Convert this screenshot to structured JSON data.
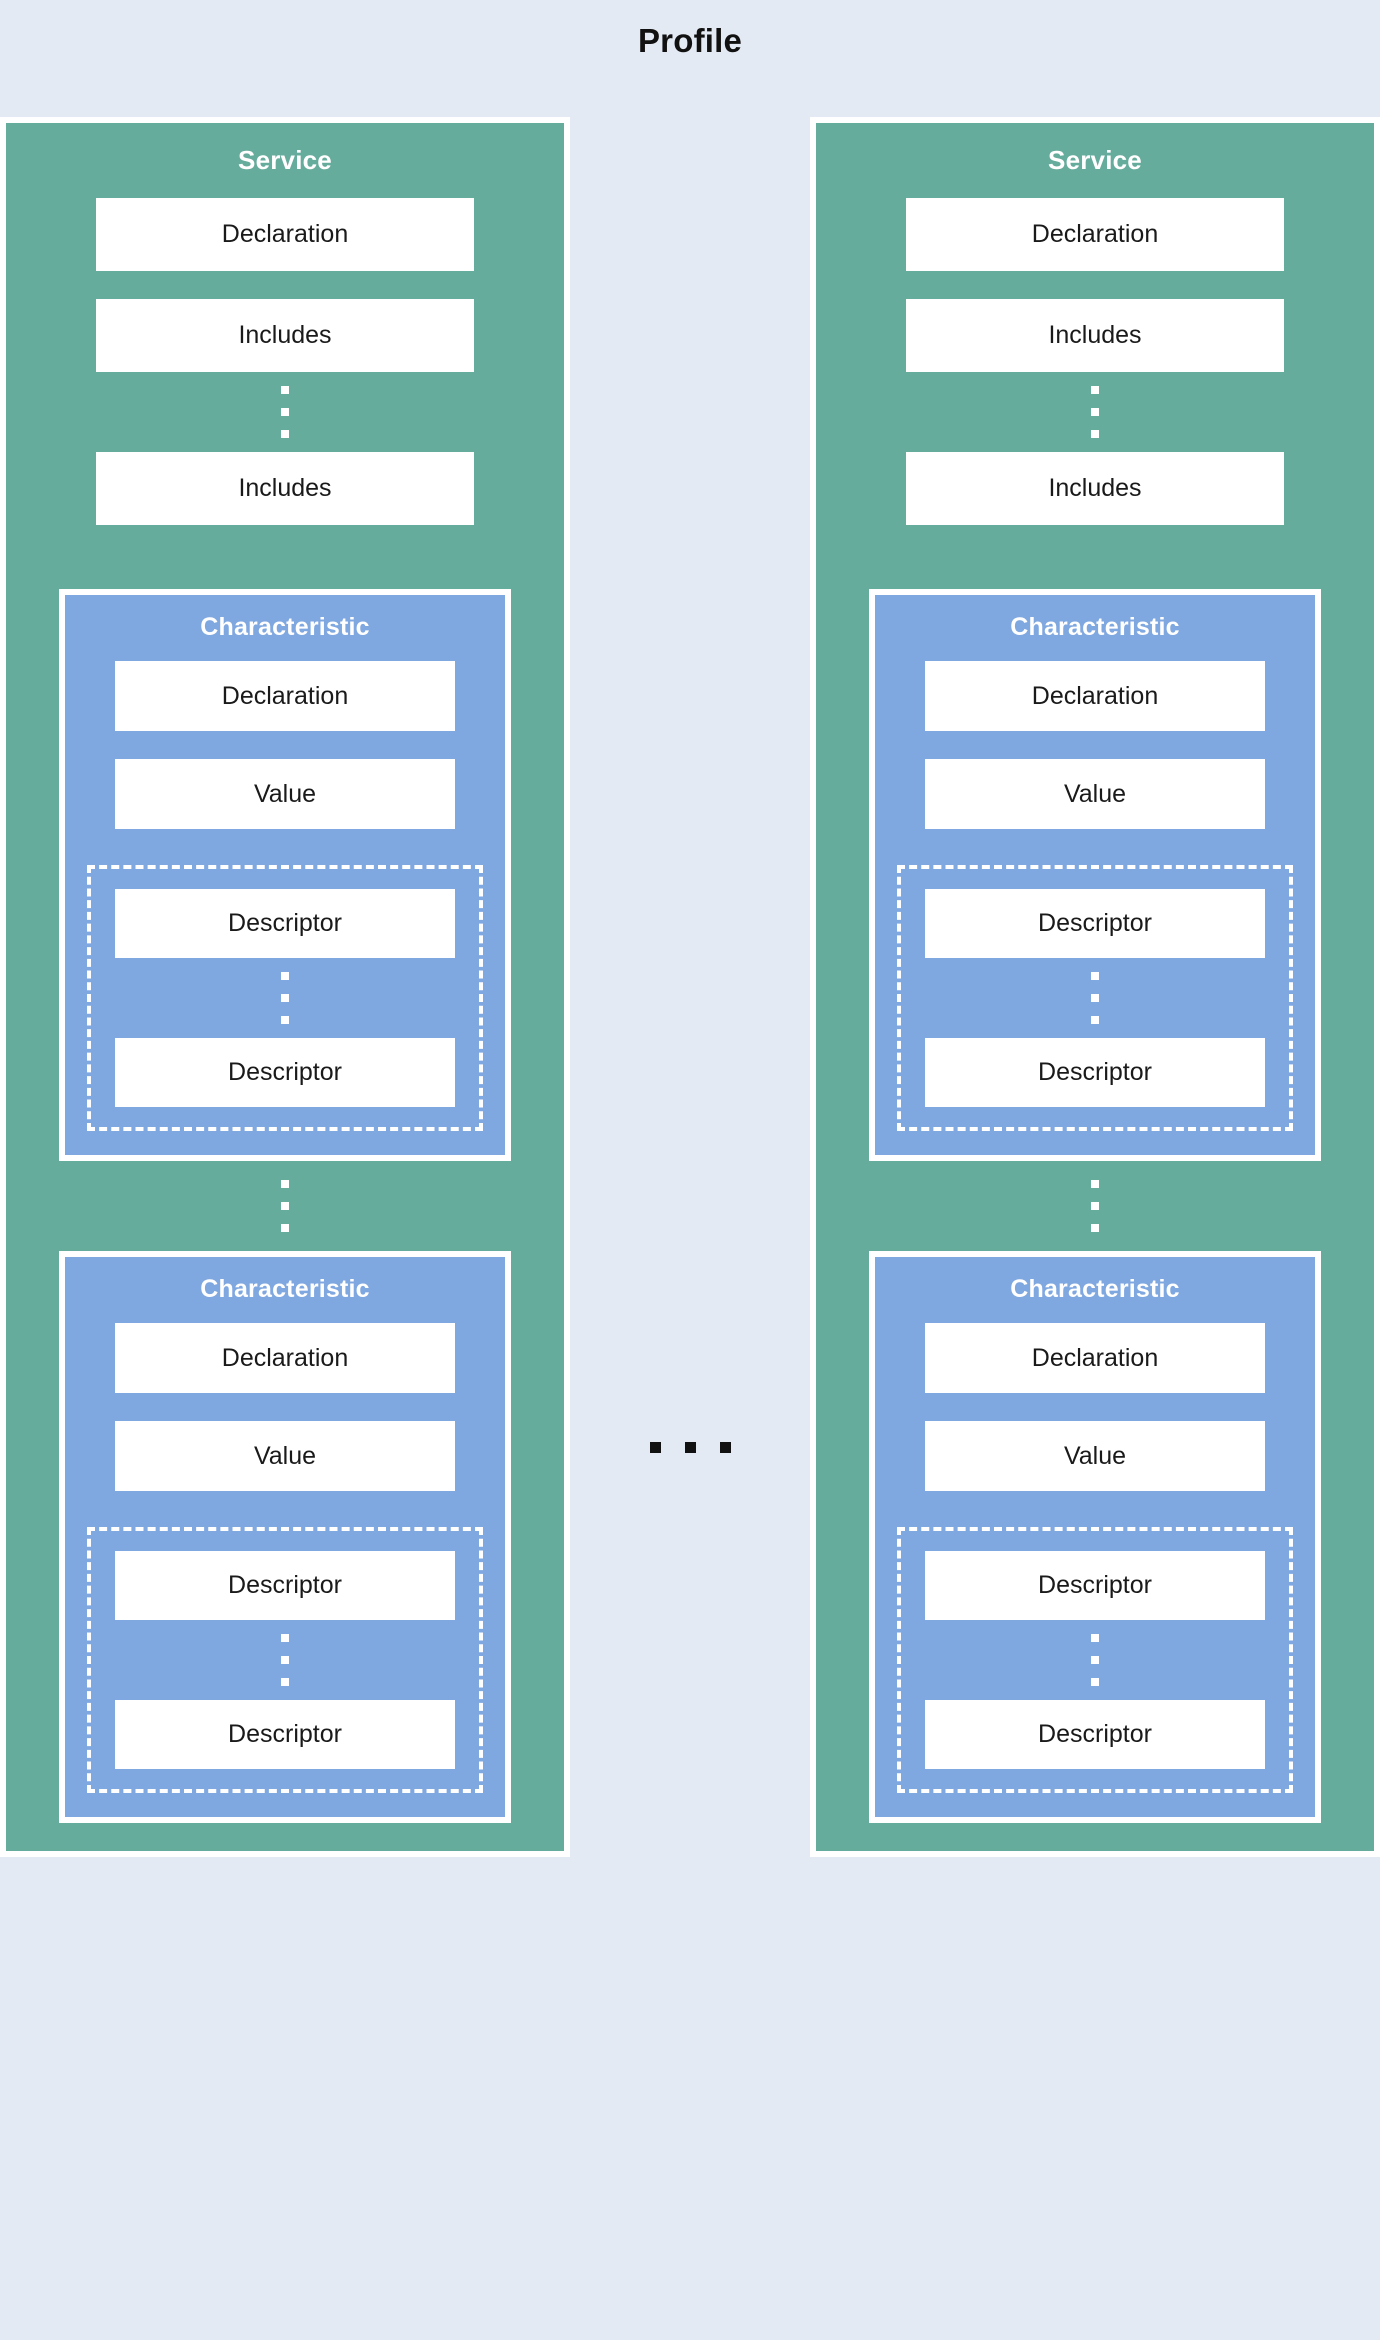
{
  "title": "Profile",
  "colors": {
    "background": "#e4eaf4",
    "service": "#66ac9d",
    "characteristic": "#7fa7e0",
    "leaf": "#ffffff",
    "border": "#ffffff",
    "text_dark": "#1a1a1a",
    "text_light": "#ffffff"
  },
  "ellipsis": {
    "vertical_glyph": "vertical-ellipsis",
    "horizontal_glyph": "horizontal-ellipsis"
  },
  "services": [
    {
      "title": "Service",
      "declaration_label": "Declaration",
      "includes_first_label": "Includes",
      "includes_last_label": "Includes",
      "characteristics": [
        {
          "title": "Characteristic",
          "declaration_label": "Declaration",
          "value_label": "Value",
          "descriptor_first_label": "Descriptor",
          "descriptor_last_label": "Descriptor"
        },
        {
          "title": "Characteristic",
          "declaration_label": "Declaration",
          "value_label": "Value",
          "descriptor_first_label": "Descriptor",
          "descriptor_last_label": "Descriptor"
        }
      ]
    },
    {
      "title": "Service",
      "declaration_label": "Declaration",
      "includes_first_label": "Includes",
      "includes_last_label": "Includes",
      "characteristics": [
        {
          "title": "Characteristic",
          "declaration_label": "Declaration",
          "value_label": "Value",
          "descriptor_first_label": "Descriptor",
          "descriptor_last_label": "Descriptor"
        },
        {
          "title": "Characteristic",
          "declaration_label": "Declaration",
          "value_label": "Value",
          "descriptor_first_label": "Descriptor",
          "descriptor_last_label": "Descriptor"
        }
      ]
    }
  ]
}
